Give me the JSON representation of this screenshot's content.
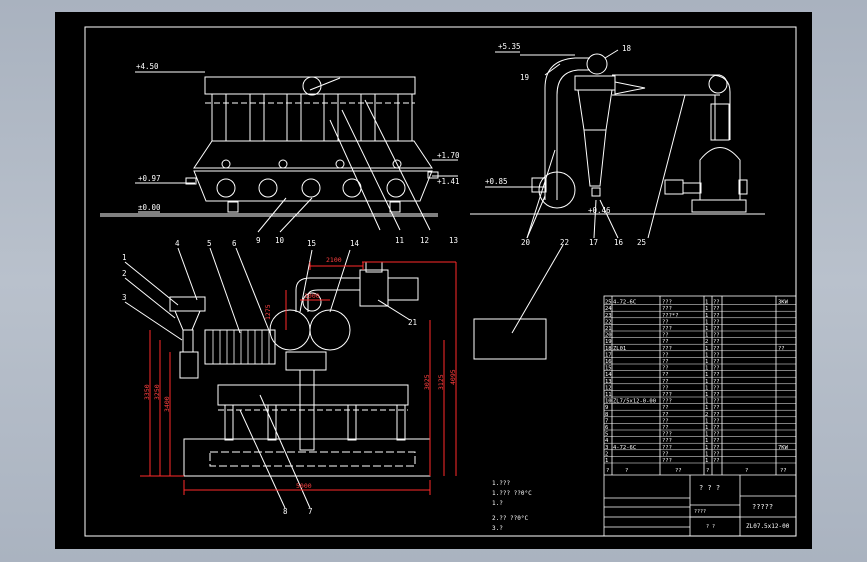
{
  "drawing": {
    "background_color": "#000000",
    "line_color": "#ffffff",
    "dimension_color": "#ff2a2a",
    "elevations": {
      "left_top": "+4.50",
      "left_mid1": "+1.70",
      "left_mid2": "+1.41",
      "left_base": "+0.97",
      "left_zero": "±0.00",
      "right_top": "+5.35",
      "right_base": "+0.85",
      "right_small": "+0.46"
    },
    "front_labels": [
      "9",
      "10",
      "11",
      "12",
      "13"
    ],
    "side_labels": [
      "18",
      "19",
      "20",
      "22",
      "17",
      "16",
      "25"
    ],
    "plan_labels": [
      "1",
      "2",
      "3",
      "4",
      "5",
      "6",
      "15",
      "14",
      "21",
      "8",
      "7"
    ],
    "dimensions": {
      "top_width": "2100",
      "base_width": "5000",
      "h1": "3350",
      "h2": "3250",
      "h3": "3400",
      "h4": "3025",
      "h5": "3125",
      "h6": "4095",
      "small1": "1275",
      "small2": "1000"
    },
    "notes": {
      "line1": "1.???",
      "line2": "1.???  ??0°C",
      "line3": "1.?",
      "line4": "2.??  ??0°C",
      "line5": "3.?"
    }
  },
  "title_block": {
    "rows": [
      {
        "no": "25",
        "code": "4-72-6C",
        "name": "???",
        "qty": "1",
        "mat": "??",
        "rem": "3KW"
      },
      {
        "no": "24",
        "code": "",
        "name": "???",
        "qty": "1",
        "mat": "??",
        "rem": ""
      },
      {
        "no": "23",
        "code": "",
        "name": "???*?",
        "qty": "1",
        "mat": "??",
        "rem": ""
      },
      {
        "no": "22",
        "code": "",
        "name": "??",
        "qty": "1",
        "mat": "??",
        "rem": ""
      },
      {
        "no": "21",
        "code": "",
        "name": "???",
        "qty": "1",
        "mat": "??",
        "rem": ""
      },
      {
        "no": "20",
        "code": "",
        "name": "??",
        "qty": "1",
        "mat": "??",
        "rem": ""
      },
      {
        "no": "19",
        "code": "",
        "name": "??",
        "qty": "2",
        "mat": "??",
        "rem": ""
      },
      {
        "no": "18",
        "code": "ZL01",
        "name": "???",
        "qty": "1",
        "mat": "??",
        "rem": "??"
      },
      {
        "no": "17",
        "code": "",
        "name": "??",
        "qty": "1",
        "mat": "??",
        "rem": ""
      },
      {
        "no": "16",
        "code": "",
        "name": "??",
        "qty": "1",
        "mat": "??",
        "rem": ""
      },
      {
        "no": "15",
        "code": "",
        "name": "??",
        "qty": "1",
        "mat": "??",
        "rem": ""
      },
      {
        "no": "14",
        "code": "",
        "name": "??",
        "qty": "1",
        "mat": "??",
        "rem": ""
      },
      {
        "no": "13",
        "code": "",
        "name": "??",
        "qty": "1",
        "mat": "??",
        "rem": ""
      },
      {
        "no": "12",
        "code": "",
        "name": "??",
        "qty": "1",
        "mat": "??",
        "rem": ""
      },
      {
        "no": "11",
        "code": "",
        "name": "???",
        "qty": "1",
        "mat": "??",
        "rem": ""
      },
      {
        "no": "10",
        "code": "ZL7/5x12-0-00",
        "name": "???",
        "qty": "1",
        "mat": "??",
        "rem": ""
      },
      {
        "no": "9",
        "code": "",
        "name": "??",
        "qty": "1",
        "mat": "??",
        "rem": ""
      },
      {
        "no": "8",
        "code": "",
        "name": "??",
        "qty": "2",
        "mat": "??",
        "rem": ""
      },
      {
        "no": "7",
        "code": "",
        "name": "??",
        "qty": "1",
        "mat": "??",
        "rem": ""
      },
      {
        "no": "6",
        "code": "",
        "name": "??",
        "qty": "1",
        "mat": "??",
        "rem": ""
      },
      {
        "no": "5",
        "code": "",
        "name": "???",
        "qty": "1",
        "mat": "??",
        "rem": ""
      },
      {
        "no": "4",
        "code": "",
        "name": "???",
        "qty": "1",
        "mat": "??",
        "rem": ""
      },
      {
        "no": "3",
        "code": "4-72-6C",
        "name": "???",
        "qty": "1",
        "mat": "??",
        "rem": "7KW"
      },
      {
        "no": "2",
        "code": "",
        "name": "??",
        "qty": "1",
        "mat": "??",
        "rem": ""
      },
      {
        "no": "1",
        "code": "",
        "name": "???",
        "qty": "1",
        "mat": "??",
        "rem": ""
      }
    ],
    "header": {
      "c1": "?",
      "c2": "?",
      "c3": "??",
      "c4": "?",
      "c5": "?",
      "c6": "??"
    },
    "product_name": "? ? ?",
    "company": "?????",
    "drawing_no": "ZL07.5x12-00",
    "designer": "????",
    "scale_label": "? ?"
  }
}
